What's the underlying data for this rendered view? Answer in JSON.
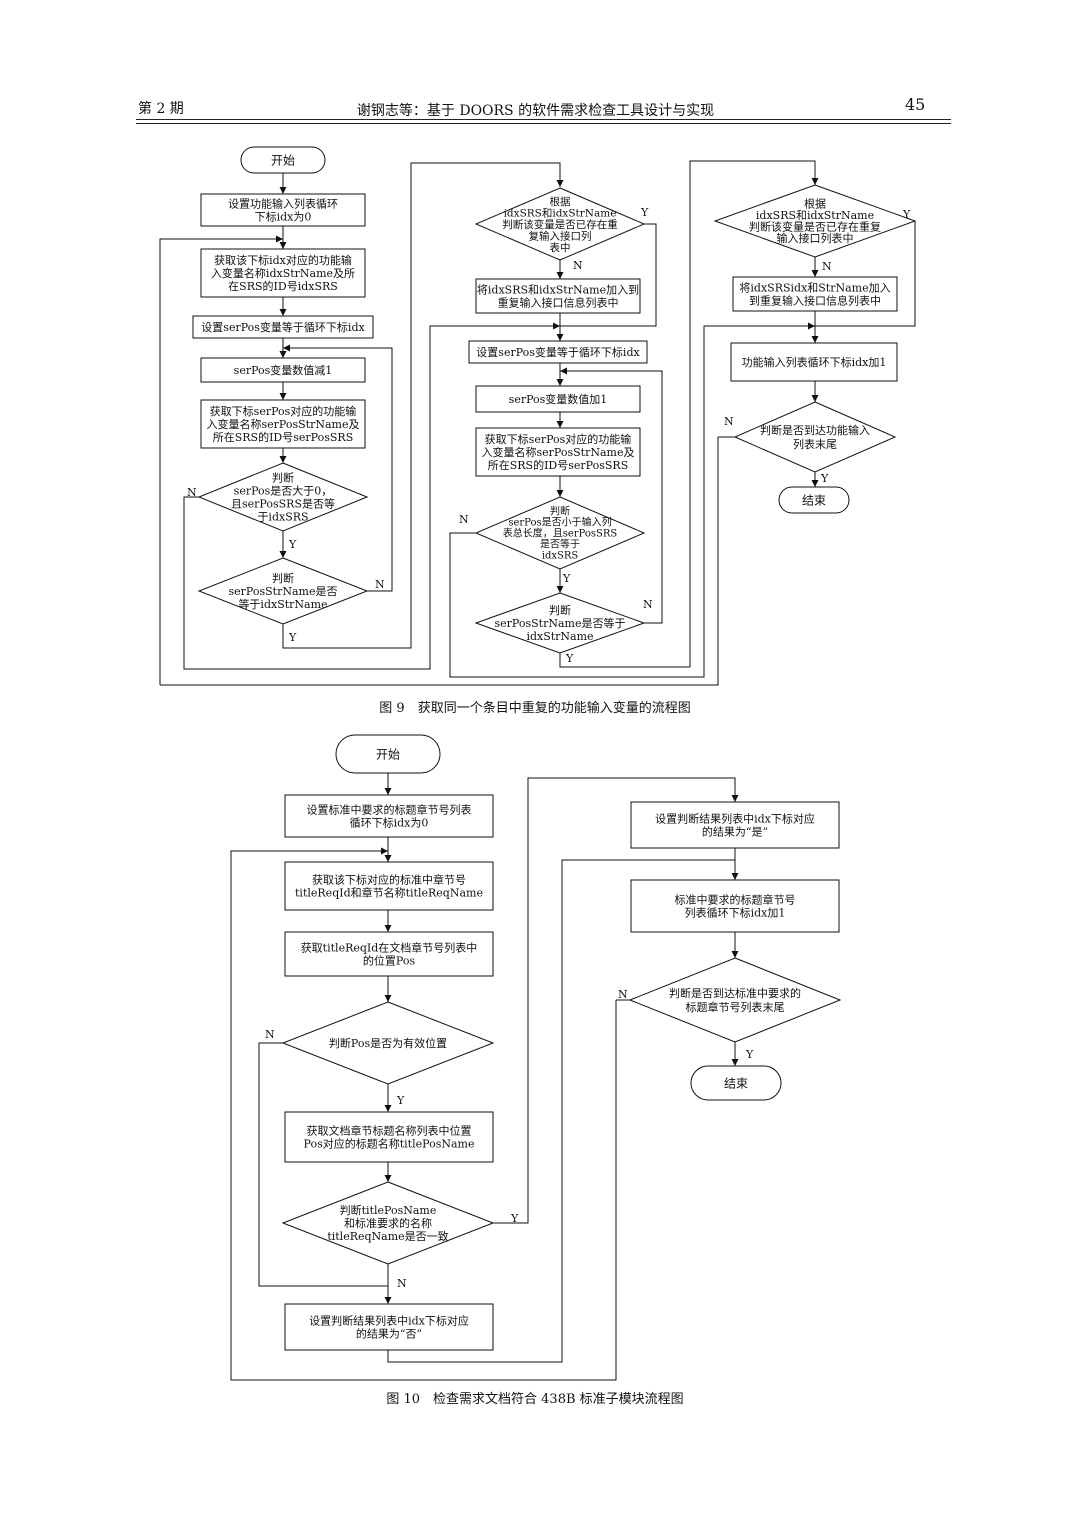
{
  "header": {
    "issue": "第 2 期",
    "title": "谢钢志等：基于 DOORS 的软件需求检查工具设计与实现",
    "page_number": "45"
  },
  "figure9": {
    "caption": "图 9　获取同一个条目中重复的功能输入变量的流程图",
    "start": "开始",
    "init": [
      "设置功能输入列表循环",
      "下标idx为0"
    ],
    "get_var": [
      "获取该下标idx对应的功能输",
      "入变量名称idxStrName及所",
      "在SRS的ID号idxSRS"
    ],
    "set_serpos_1": "设置serPos变量等于循环下标idx",
    "dec_serpos": "serPos变量数值减1",
    "get_serpos_1": [
      "获取下标serPos对应的功能输",
      "入变量名称serPosStrName及",
      "所在SRS的ID号serPosSRS"
    ],
    "judge_1": [
      "判断",
      "serPos是否大于0，",
      "且serPosSRS是否等",
      "于idxSRS"
    ],
    "judge_2": [
      "判断",
      "serPosStrName是否",
      "等于idxStrName"
    ],
    "judge_3": [
      "根据",
      "idxSRS和idxStrName",
      "判断该变量是否已存在重",
      "复输入接口列",
      "表中"
    ],
    "add_1": [
      "将idxSRS和idxStrName加入到",
      "重复输入接口信息列表中"
    ],
    "set_serpos_2": "设置serPos变量等于循环下标idx",
    "inc_serpos": "serPos变量数值加1",
    "get_serpos_2": [
      "获取下标serPos对应的功能输",
      "入变量名称serPosStrName及",
      "所在SRS的ID号serPosSRS"
    ],
    "judge_4": [
      "判断",
      "serPos是否小于输入列",
      "表总长度，且serPosSRS",
      "是否等于",
      "idxSRS"
    ],
    "judge_5": [
      "判断",
      "serPosStrName是否等于",
      "idxStrName"
    ],
    "judge_6": [
      "根据",
      "idxSRS和idxStrName",
      "判断该变量是否已存在重复",
      "输入接口列表中"
    ],
    "add_2": [
      "将idxSRSidx和StrName加入",
      "到重复输入接口信息列表中"
    ],
    "inc_idx": "功能输入列表循环下标idx加1",
    "judge_7": [
      "判断是否到达功能输入",
      "列表末尾"
    ],
    "end": "结束",
    "yes": "Y",
    "no": "N"
  },
  "figure10": {
    "caption": "图 10　检查需求文档符合 438B 标准子模块流程图",
    "start": "开始",
    "init": [
      "设置标准中要求的标题章节号列表",
      "循环下标idx为0"
    ],
    "get_req": [
      "获取该下标对应的标准中章节号",
      "titleReqId和章节名称titleReqName"
    ],
    "get_pos": [
      "获取titleReqId在文档章节号列表中",
      "的位置Pos"
    ],
    "judge_pos": "判断Pos是否为有效位置",
    "get_title": [
      "获取文档章节标题名称列表中位置",
      "Pos对应的标题名称titlePosName"
    ],
    "judge_name": [
      "判断titlePosName",
      "和标准要求的名称",
      "titleReqName是否一致"
    ],
    "set_no": [
      "设置判断结果列表中idx下标对应",
      "的结果为“否”"
    ],
    "set_yes": [
      "设置判断结果列表中idx下标对应",
      "的结果为“是”"
    ],
    "inc_idx": [
      "标准中要求的标题章节号",
      "列表循环下标idx加1"
    ],
    "judge_end": [
      "判断是否到达标准中要求的",
      "标题章节号列表末尾"
    ],
    "end": "结束",
    "yes": "Y",
    "no": "N"
  }
}
